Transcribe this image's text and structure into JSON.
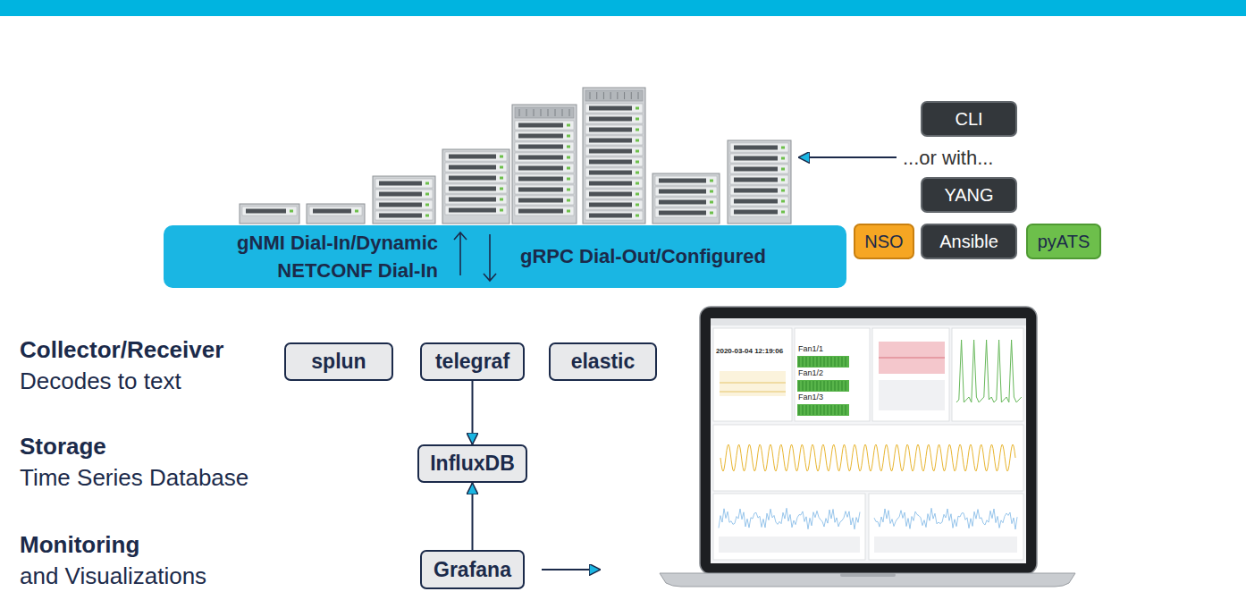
{
  "diagram": {
    "nodes": [
      {
        "text": [
          "CLI"
        ]
      },
      {
        "text": [
          "YANG"
        ]
      },
      {
        "text": [
          "NSO"
        ]
      },
      {
        "text": [
          "Ansible"
        ]
      },
      {
        "text": [
          "pyATS"
        ]
      },
      {
        "text": [
          "gNMI Dial-In/Dynamic",
          "NETCONF Dial-In",
          "gRPC Dial-Out/Configured"
        ]
      },
      {
        "text": [
          "splun"
        ]
      },
      {
        "text": [
          "telegraf"
        ]
      },
      {
        "text": [
          "elastic"
        ]
      },
      {
        "text": [
          "InfluxDB"
        ]
      },
      {
        "text": [
          "Grafana"
        ]
      }
    ],
    "edges": [
      {
        "from": 7,
        "to": 9,
        "arrow": "to"
      },
      {
        "from": 10,
        "to": 9,
        "arrow": "to"
      }
    ],
    "labels": [
      "...or with...",
      "Collector/Receiver",
      "Decodes to text",
      "Storage",
      "Time Series Database",
      "Monitoring",
      "and Visualizations",
      "2020-03-04 12:19:06",
      "Fan1/1",
      "Fan1/2",
      "Fan1/3"
    ]
  }
}
